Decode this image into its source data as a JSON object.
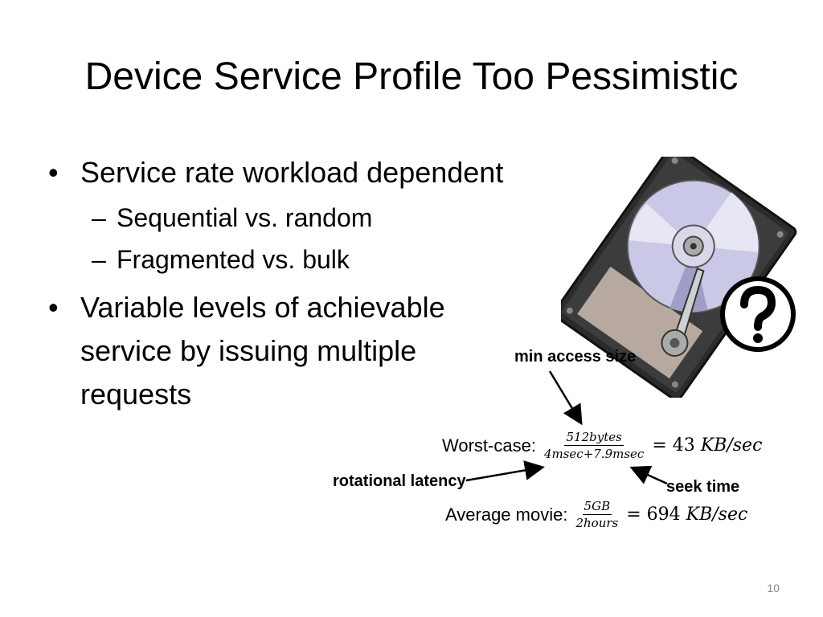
{
  "slide": {
    "title": "Device Service Profile Too Pessimistic",
    "bullets": [
      {
        "text": "Service rate workload dependent",
        "sub": [
          "Sequential vs. random",
          "Fragmented vs. bulk"
        ]
      },
      {
        "text": "Variable levels of achievable service by issuing multiple requests",
        "sub": []
      }
    ],
    "bullet_symbol": "•",
    "sub_symbol": "–",
    "annotations": {
      "min_access": "min access size",
      "rotational": "rotational latency",
      "seek": "seek time"
    },
    "equations": {
      "worst": {
        "prefix": "Worst-case:",
        "num": "512bytes",
        "den": "4msec+7.9msec",
        "rhs_value": "= 43",
        "rhs_unit": "KB/sec"
      },
      "average": {
        "prefix": "Average movie:",
        "num": "5GB",
        "den": "2hours",
        "rhs_value": "= 694",
        "rhs_unit": "KB/sec"
      }
    },
    "page_number": "10"
  },
  "icons": {
    "hard_drive": "hard-drive-icon",
    "question": "question-mark-icon"
  }
}
